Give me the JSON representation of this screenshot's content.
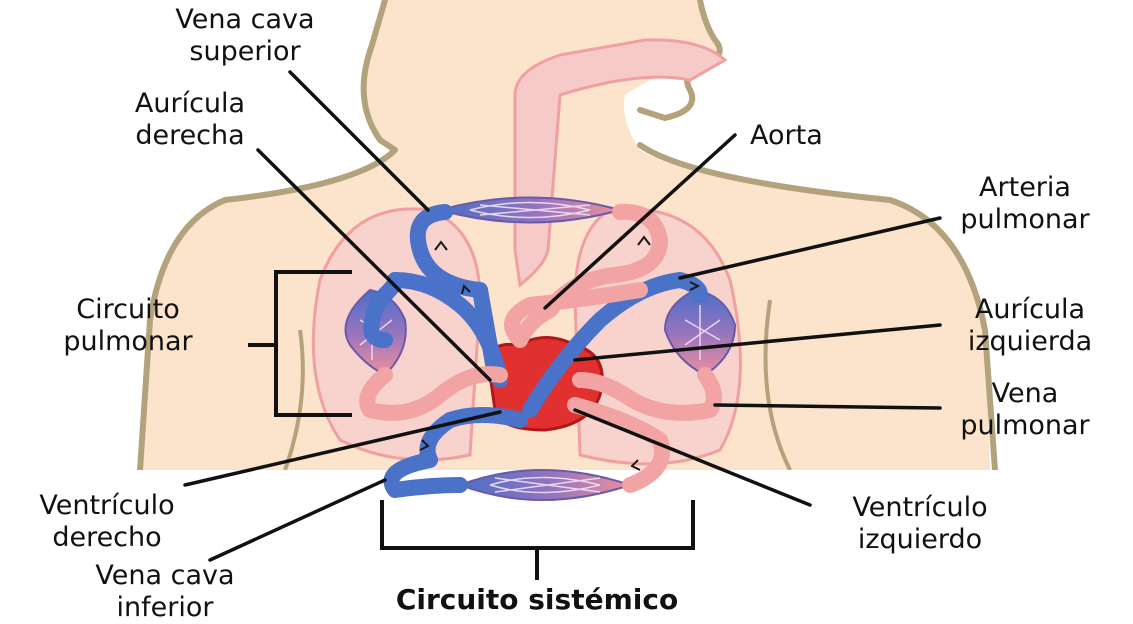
{
  "labels": {
    "vena_cava_superior": [
      "Vena cava",
      "superior"
    ],
    "auricula_derecha": [
      "Aurícula",
      "derecha"
    ],
    "aorta": "Aorta",
    "arteria_pulmonar": [
      "Arteria",
      "pulmonar"
    ],
    "circuito_pulmonar": [
      "Circuito",
      "pulmonar"
    ],
    "auricula_izquierda": [
      "Aurícula",
      "izquierda"
    ],
    "vena_pulmonar": [
      "Vena",
      "pulmonar"
    ],
    "ventriculo_derecho": [
      "Ventrículo",
      "derecho"
    ],
    "ventriculo_izquierdo": [
      "Ventrículo",
      "izquierdo"
    ],
    "vena_cava_inferior": [
      "Vena cava",
      "inferior"
    ],
    "circuito_sistemico": "Circuito sistémico"
  },
  "colors": {
    "skin": "#fbe3cc",
    "outline": "#b3a37d",
    "lung_line": "#f0a0a0",
    "oxygenated": "#f2a4a4",
    "oxygenated_dark": "#e24a4a",
    "deoxygenated": "#4a72c8",
    "capillary_violet": "#9474c0",
    "heart": "#e03030"
  }
}
